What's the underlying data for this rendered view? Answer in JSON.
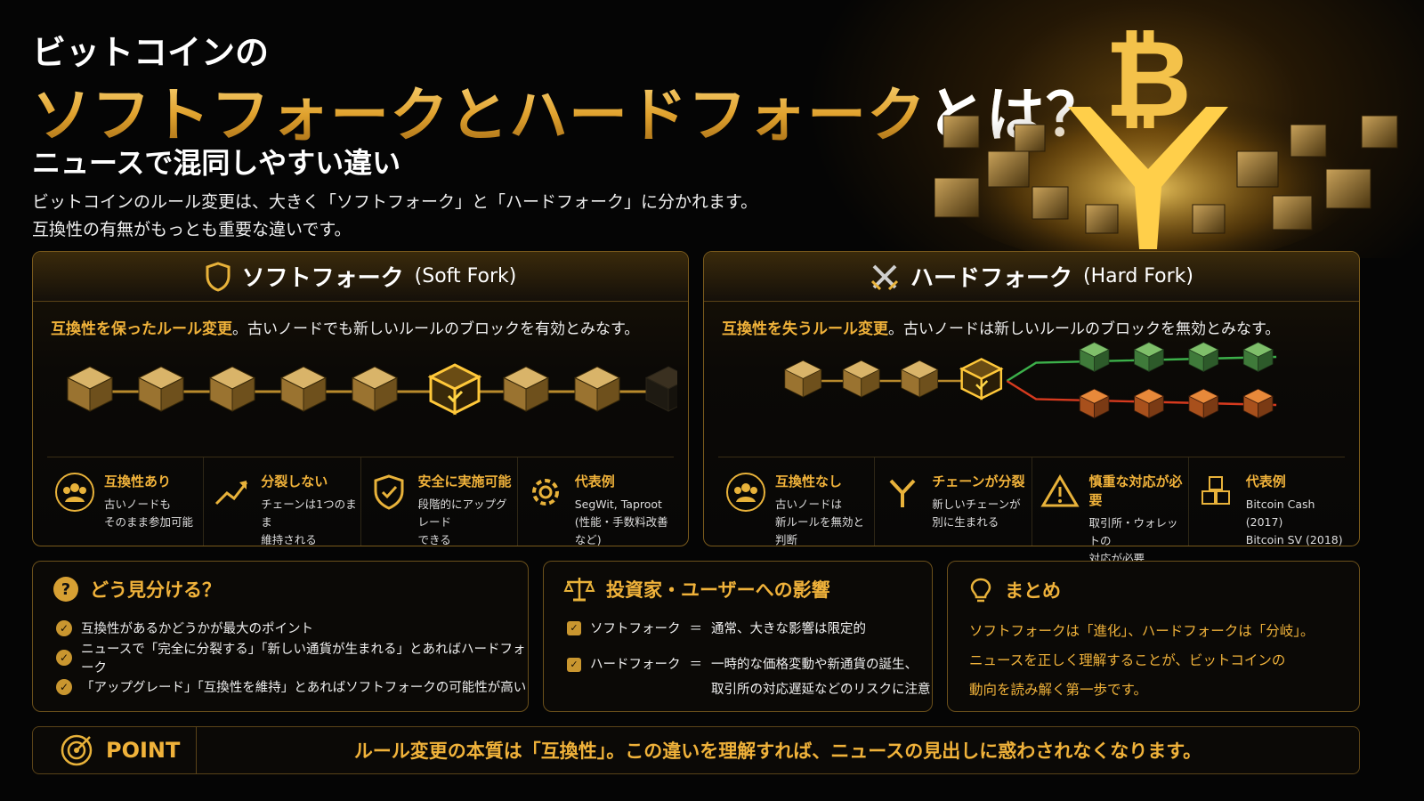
{
  "header": {
    "title_line1": "ビットコインの",
    "title_line2_soft": "ソフトフォーク",
    "title_line2_to": "と",
    "title_line2_hard": "ハードフォーク",
    "title_line2_end": "とは？",
    "subtitle": "ニュースで混同しやすい違い",
    "intro_line1": "ビットコインのルール変更は、大きく「ソフトフォーク」と「ハードフォーク」に分かれます。",
    "intro_line2": "互換性の有無がもっとも重要な違いです。"
  },
  "soft_fork": {
    "title": "ソフトフォーク",
    "title_en": "(Soft Fork)",
    "desc_highlight": "互換性を保ったルール変更",
    "desc_rest": "。古いノードでも新しいルールのブロックを有効とみなす。",
    "features": [
      {
        "icon": "users-icon",
        "title": "互換性あり",
        "line1": "古いノードも",
        "line2": "そのまま参加可能"
      },
      {
        "icon": "trend-up-icon",
        "title": "分裂しない",
        "line1": "チェーンは1つのまま",
        "line2": "維持される"
      },
      {
        "icon": "shield-check-icon",
        "title": "安全に実施可能",
        "line1": "段階的にアップグレード",
        "line2": "できる"
      },
      {
        "icon": "gear-icon",
        "title": "代表例",
        "line1": "SegWit, Taproot",
        "line2": "(性能・手数料改善など)"
      }
    ]
  },
  "hard_fork": {
    "title": "ハードフォーク",
    "title_en": "(Hard Fork)",
    "desc_highlight": "互換性を失うルール変更",
    "desc_rest": "。古いノードは新しいルールのブロックを無効とみなす。",
    "features": [
      {
        "icon": "users-icon",
        "title": "互換性なし",
        "line1": "古いノードは",
        "line2": "新ルールを無効と判断"
      },
      {
        "icon": "fork-icon",
        "title": "チェーンが分裂",
        "line1": "新しいチェーンが",
        "line2": "別に生まれる"
      },
      {
        "icon": "warning-icon",
        "title": "慎重な対応が必要",
        "line1": "取引所・ウォレットの",
        "line2": "対応が必要"
      },
      {
        "icon": "cubes-icon",
        "title": "代表例",
        "line1": "Bitcoin Cash (2017)",
        "line2": "Bitcoin SV (2018)"
      }
    ]
  },
  "how_to": {
    "title": "どう見分ける？",
    "items": [
      "互換性があるかどうかが最大のポイント",
      "ニュースで「完全に分裂する」「新しい通貨が生まれる」とあればハードフォーク",
      "「アップグレード」「互換性を維持」とあればソフトフォークの可能性が高い"
    ]
  },
  "impact": {
    "title": "投資家・ユーザーへの影響",
    "row1_label": "ソフトフォーク",
    "row1_eq": "＝",
    "row1_text": "通常、大きな影響は限定的",
    "row2_label": "ハードフォーク",
    "row2_eq": "＝",
    "row2_text1": "一時的な価格変動や新通貨の誕生、",
    "row2_text2": "取引所の対応遅延などのリスクに注意"
  },
  "summary": {
    "title": "まとめ",
    "line1": "ソフトフォークは「進化」、ハードフォークは「分岐」。",
    "line2": "ニュースを正しく理解することが、ビットコインの",
    "line3": "動向を読み解く第一歩です。"
  },
  "point": {
    "label": "POINT",
    "message": "ルール変更の本質は「互換性」。この違いを理解すれば、ニュースの見出しに惑わされなくなります。"
  },
  "colors": {
    "gold": "#e8b23a",
    "green": "#3cb04a",
    "red": "#d63a1e"
  }
}
